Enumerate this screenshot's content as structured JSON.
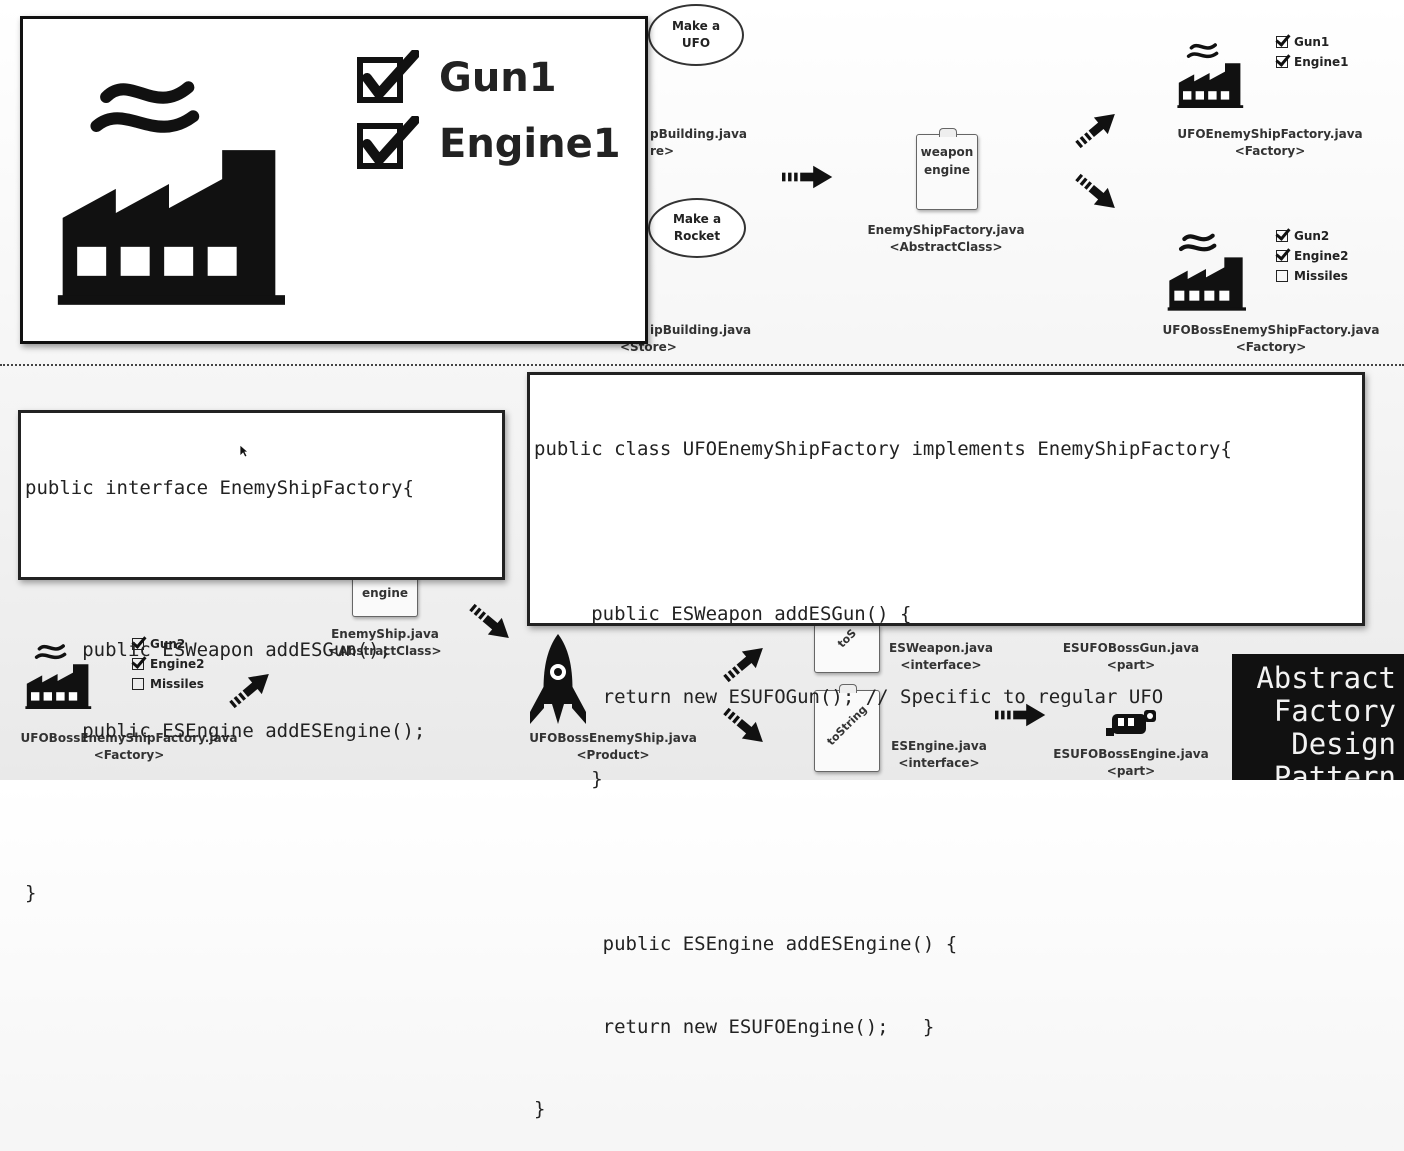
{
  "overlay": {
    "checklist": [
      {
        "label": "Gun1",
        "checked": true
      },
      {
        "label": "Engine1",
        "checked": true
      }
    ]
  },
  "bubbles": {
    "make_ufo": "Make a\nUFO",
    "make_rocket": "Make a\nRocket"
  },
  "store_labels": {
    "top": "pBuilding.java",
    "top_sub": "re>",
    "bottom": "ipBuilding.java",
    "bottom_sub": "<Store>"
  },
  "clipboard_top": {
    "lines": "weapon\nengine"
  },
  "abstract_factory": {
    "name": "EnemyShipFactory.java",
    "type": "<AbstractClass>"
  },
  "ufo_factory": {
    "name": "UFOEnemyShipFactory.java",
    "type": "<Factory>",
    "checklist": [
      {
        "label": "Gun1",
        "checked": true
      },
      {
        "label": "Engine1",
        "checked": true
      }
    ]
  },
  "boss_factory_top": {
    "name": "UFOBossEnemyShipFactory.java",
    "type": "<Factory>",
    "checklist": [
      {
        "label": "Gun2",
        "checked": true
      },
      {
        "label": "Engine2",
        "checked": true
      },
      {
        "label": "Missiles",
        "checked": false
      }
    ]
  },
  "code_interface": {
    "lines": [
      "public interface EnemyShipFactory{",
      "",
      "     public ESWeapon addESGun();",
      "     public ESEngine addESEngine();",
      "",
      "}"
    ]
  },
  "code_class": {
    "lines": [
      "public class UFOEnemyShipFactory implements EnemyShipFactory{",
      "",
      "     public ESWeapon addESGun() {",
      "      return new ESUFOGun(); // Specific to regular UFO",
      "     }",
      "",
      "      public ESEngine addESEngine() {",
      "      return new ESUFOEngine();   }",
      "}"
    ]
  },
  "bottom": {
    "clip_engine": "engine",
    "enemy_ship": {
      "name": "EnemyShip.java",
      "type": "<AbstractClass>"
    },
    "boss_factory": {
      "name": "UFOBossEnemyShipFactory.java",
      "type": "<Factory>",
      "checklist": [
        {
          "label": "Gun2",
          "checked": true
        },
        {
          "label": "Engine2",
          "checked": true
        },
        {
          "label": "Missiles",
          "checked": false
        }
      ]
    },
    "product": {
      "name": "UFOBossEnemyShip.java",
      "type": "<Product>"
    },
    "es_weapon": {
      "name": "ESWeapon.java",
      "type": "<interface>",
      "clip": "toS"
    },
    "es_engine": {
      "name": "ESEngine.java",
      "type": "<interface>",
      "clip": "toString"
    },
    "boss_gun": {
      "name": "ESUFOBossGun.java",
      "type": "<part>"
    },
    "boss_engine": {
      "name": "ESUFOBossEngine.java",
      "type": "<part>"
    }
  },
  "title": {
    "text": "Abstract\nFactory\nDesign\nPattern"
  },
  "colors": {
    "ink": "#222222",
    "panel_bg": "#ffffff",
    "title_bg": "#111111",
    "title_fg": "#f2f2f2"
  },
  "icons": [
    "factory-icon",
    "rocket-icon",
    "clipboard-icon",
    "speech-bubble-icon",
    "arrow-icon",
    "engine-part-icon",
    "mouse-cursor-icon"
  ]
}
